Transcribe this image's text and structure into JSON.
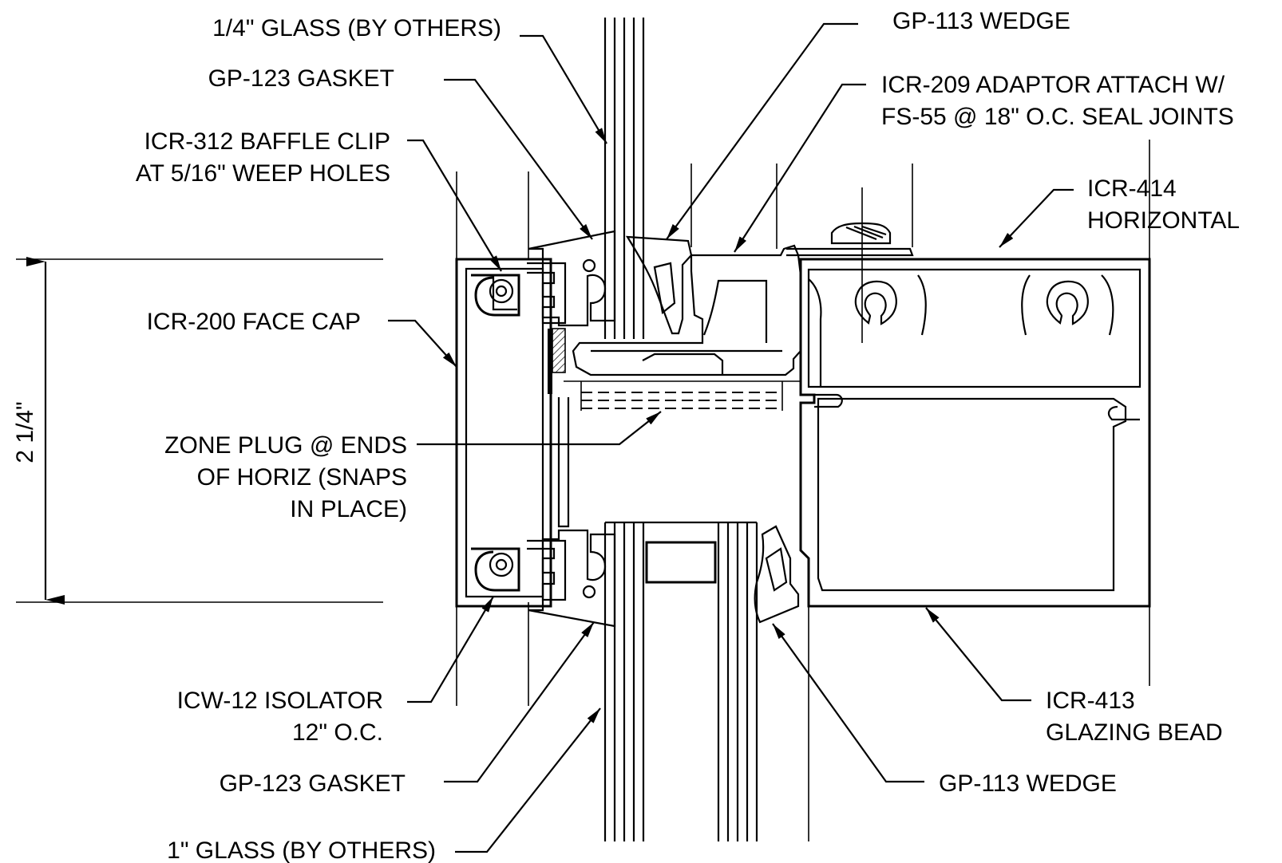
{
  "colors": {
    "ink": "#000000",
    "paper": "#ffffff"
  },
  "labels": {
    "glass_quarter": "1/4\" GLASS (BY OTHERS)",
    "gasket_top": "GP-123 GASKET",
    "baffle_line1": "ICR-312 BAFFLE CLIP",
    "baffle_line2": "AT 5/16\" WEEP HOLES",
    "face_cap": "ICR-200 FACE CAP",
    "zone_line1": "ZONE PLUG @ ENDS",
    "zone_line2": "OF HORIZ (SNAPS",
    "zone_line3": "IN PLACE)",
    "isolator_line1": "ICW-12 ISOLATOR",
    "isolator_line2": "12\" O.C.",
    "gasket_bottom": "GP-123 GASKET",
    "glass_one": "1\" GLASS (BY OTHERS)",
    "wedge_top": "GP-113 WEDGE",
    "adaptor_line1": "ICR-209 ADAPTOR ATTACH W/",
    "adaptor_line2": "FS-55 @ 18\" O.C. SEAL JOINTS",
    "horizontal_line1": "ICR-414",
    "horizontal_line2": "HORIZONTAL",
    "glazing_line1": "ICR-413",
    "glazing_line2": "GLAZING BEAD",
    "wedge_bottom": "GP-113 WEDGE",
    "dimension": "2 1/4\""
  }
}
